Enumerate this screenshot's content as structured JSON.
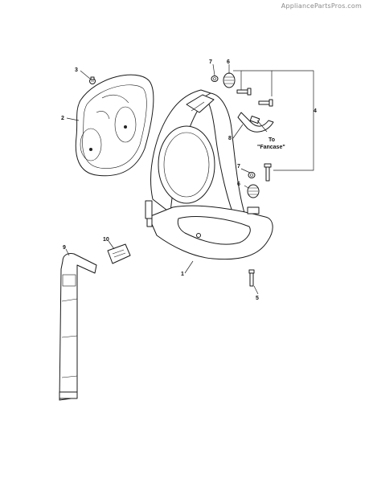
{
  "watermark": "AppliancePartsPros.com",
  "callouts": {
    "c1": "1",
    "c2": "2",
    "c3": "3",
    "c4": "4",
    "c5": "5",
    "c6a": "6",
    "c6b": "6",
    "c7a": "7",
    "c7b": "7",
    "c8": "8",
    "c9": "9",
    "c10": "10"
  },
  "note": {
    "line1": "To",
    "line2": "\"Fancase\""
  }
}
